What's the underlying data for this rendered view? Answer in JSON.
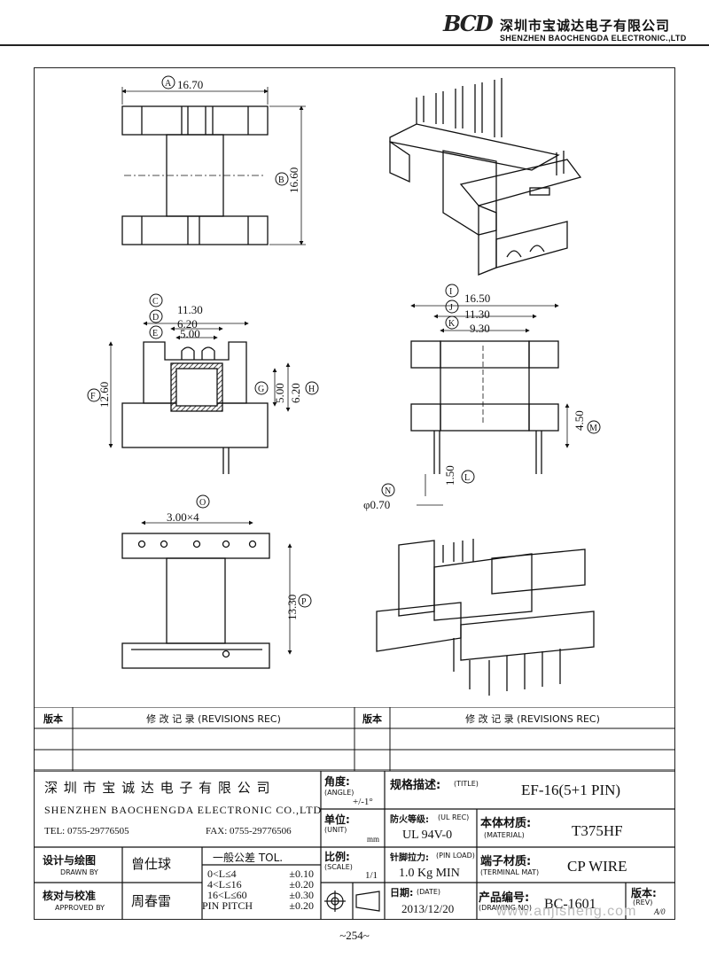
{
  "header": {
    "logo": "BCD",
    "company_cn": "深圳市宝诚达电子有限公司",
    "company_en": "SHENZHEN BAOCHENGDA ELECTRONIC.,LTD"
  },
  "dimensions": {
    "A": "A",
    "A_val": "16.70",
    "B": "B",
    "B_val": "16.60",
    "C": "C",
    "C_val": "11.30",
    "D": "D",
    "D_val": "6.20",
    "E": "E",
    "E_val": "5.00",
    "F": "F",
    "F_val": "12.60",
    "G": "G",
    "G_val": "5.00",
    "H": "H",
    "H_val": "6.20",
    "I": "I",
    "I_val": "16.50",
    "J": "J",
    "J_val": "11.30",
    "K": "K",
    "K_val": "9.30",
    "L": "L",
    "L_val": "1.50",
    "M": "M",
    "M_val": "4.50",
    "N": "N",
    "N_val": "φ0.70",
    "O": "O",
    "O_val": "3.00×4",
    "P": "P",
    "P_val": "13.30"
  },
  "revisions": {
    "col1_header": "版本",
    "col2_header": "修 改 记 录  (REVISIONS REC)",
    "col3_header": "版本",
    "col4_header": "修 改 记 录  (REVISIONS REC)"
  },
  "title_block": {
    "company_cn": "深 圳 市 宝 诚 达 电 子 有 限 公 司",
    "company_en": "SHENZHEN BAOCHENGDA ELECTRONIC CO.,LTD",
    "tel": "TEL: 0755-29776505",
    "fax": "FAX: 0755-29776506",
    "angle_cn": "角度:",
    "angle_en": "(ANGLE)",
    "angle_val": "+/-1°",
    "unit_cn": "单位:",
    "unit_en": "(UNIT)",
    "unit_val": "mm",
    "scale_cn": "比例:",
    "scale_en": "(SCALE)",
    "scale_val": "1/1",
    "title_cn": "规格描述:",
    "title_en": "(TITLE)",
    "title_val": "EF-16(5+1 PIN)",
    "ul_cn": "防火等级:",
    "ul_en": "(UL REC)",
    "ul_val": "UL 94V-0",
    "material_cn": "本体材质:",
    "material_en": "(MATERIAL)",
    "material_val": "T375HF",
    "pinload_cn": "针脚拉力:",
    "pinload_en": "(PIN LOAD)",
    "pinload_val": "1.0 Kg MIN",
    "terminal_cn": "端子材质:",
    "terminal_en": "(TERMINAL MAT)",
    "terminal_val": "CP WIRE",
    "date_cn": "日期:",
    "date_en": "(DATE)",
    "date_val": "2013/12/20",
    "drawno_cn": "产品编号:",
    "drawno_en": "(DRAWING NO)",
    "drawno_val": "BC-1601",
    "rev_cn": "版本:",
    "rev_en": "(REV)",
    "rev_val": "A/0",
    "drawn_cn": "设计与绘图",
    "drawn_en": "DRAWN BY",
    "drawn_name": "曾仕球",
    "approved_cn": "核对与校准",
    "approved_en": "APPROVED BY",
    "approved_name": "周春雷",
    "tol_title": "一般公差 TOL.",
    "tol_rows": [
      {
        "range": "0<L≤4",
        "val": "±0.10"
      },
      {
        "range": "4<L≤16",
        "val": "±0.20"
      },
      {
        "range": "16<L≤60",
        "val": "±0.30"
      },
      {
        "range": "PIN PITCH",
        "val": "±0.20"
      }
    ]
  },
  "footer": {
    "page": "~254~"
  },
  "watermark": "www.anjisheng.com"
}
